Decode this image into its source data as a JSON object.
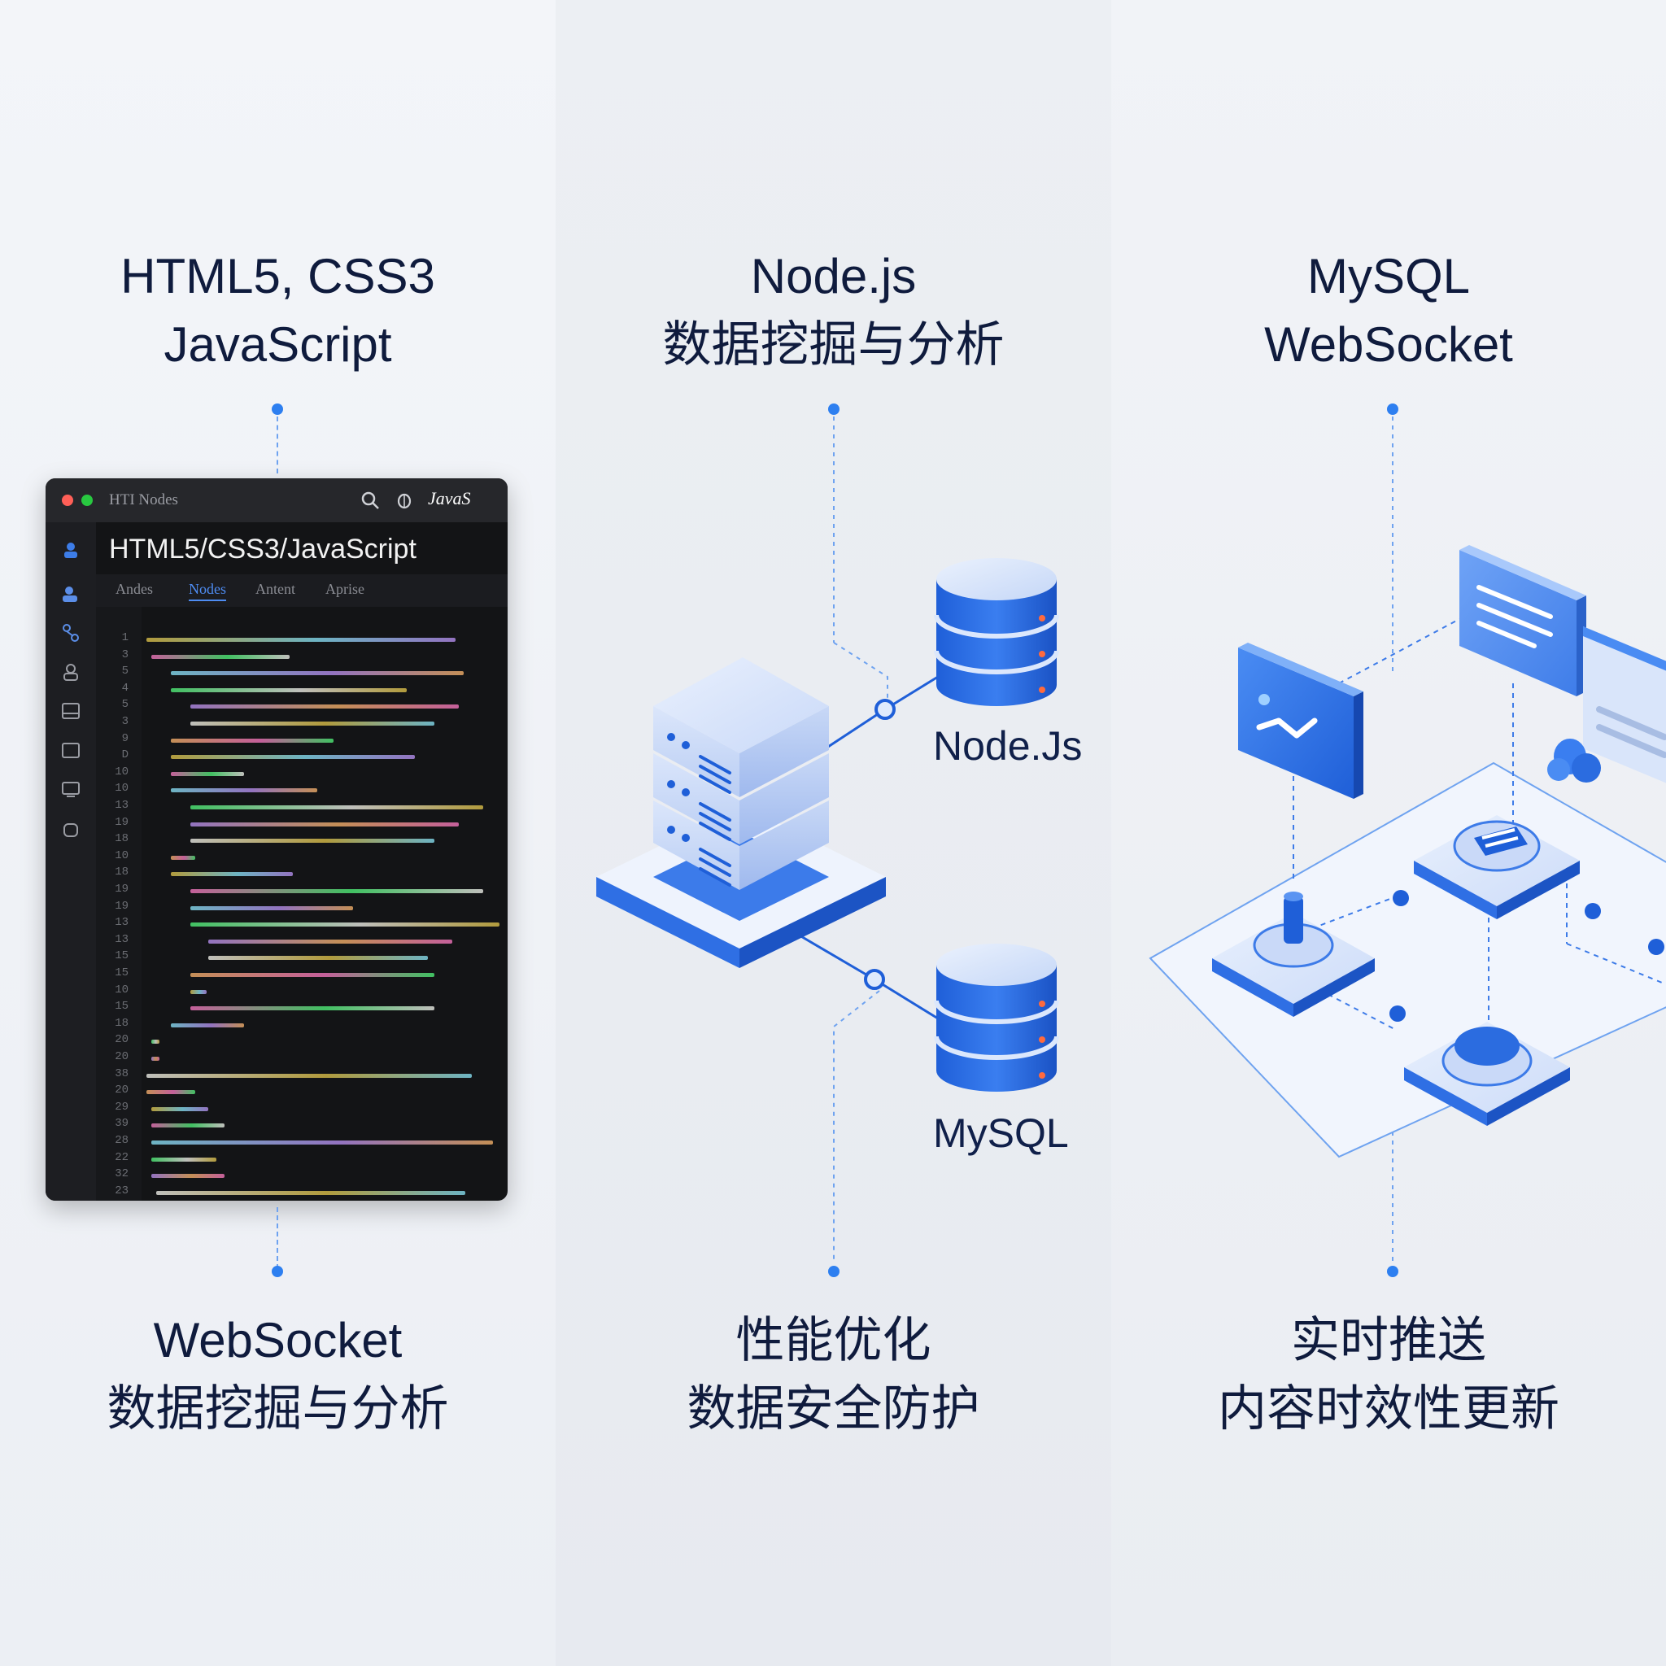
{
  "columns": [
    {
      "top_lines": [
        "HTML5, CSS3",
        "JavaScript"
      ],
      "bottom_lines": [
        "WebSocket",
        "数据挖掘与分析"
      ]
    },
    {
      "top_lines": [
        "Node.js",
        "数据挖掘与分析"
      ],
      "bottom_lines": [
        "性能优化",
        "数据安全防护"
      ]
    },
    {
      "top_lines": [
        "MySQL",
        "WebSocket"
      ],
      "bottom_lines": [
        "实时推送",
        "内容时效性更新"
      ]
    }
  ],
  "editor": {
    "tab_label": "HTI Nodes",
    "brand": "JavaS",
    "heading": "HTML5/CSS3/JavaScript",
    "subtabs": [
      "Andes",
      "Nodes",
      "Antent",
      "Aprise"
    ],
    "active_subtab": "Nodes",
    "line_numbers": [
      "1",
      "3",
      "5",
      "4",
      "5",
      "3",
      "9",
      "D",
      "10",
      "10",
      "13",
      "19",
      "18",
      "10",
      "18",
      "19",
      "19",
      "13",
      "13",
      "15",
      "15",
      "10",
      "15",
      "18",
      "20",
      "20",
      "38",
      "20",
      "29",
      "39",
      "28",
      "22",
      "32",
      "23"
    ]
  },
  "diagram": {
    "db_labels": [
      "Node.Js",
      "MySQL"
    ]
  },
  "colors": {
    "accent": "#2d7ff0",
    "dark_blue": "#1f5fd8",
    "title_text": "#0f1b3d"
  }
}
